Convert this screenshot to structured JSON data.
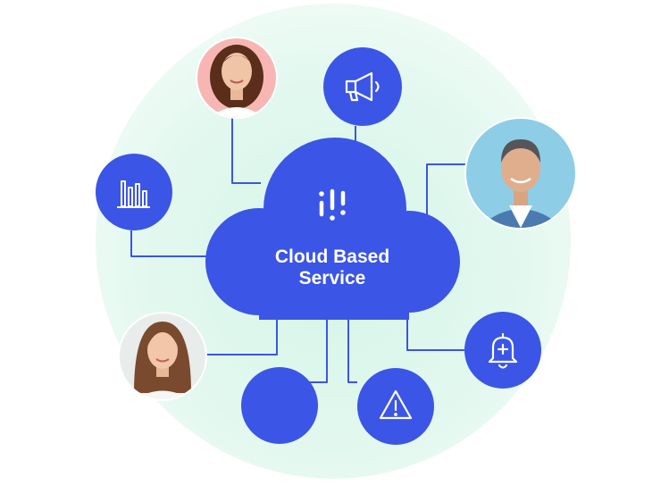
{
  "cloud": {
    "title_line1": "Cloud Based",
    "title_line2": "Service",
    "icon": "soundwave-logo-icon"
  },
  "colors": {
    "background_glow": "#e3f7ee",
    "node_blue": "#3b55e6",
    "connector_blue": "#3b55e6",
    "icon_white": "#ffffff"
  },
  "nodes": [
    {
      "id": "avatar-woman-curly",
      "kind": "person-photo",
      "icon": "woman-curly-hair-avatar"
    },
    {
      "id": "megaphone",
      "kind": "icon-circle",
      "icon": "megaphone-icon"
    },
    {
      "id": "avatar-man",
      "kind": "person-photo",
      "icon": "man-avatar"
    },
    {
      "id": "bar-chart",
      "kind": "icon-circle",
      "icon": "bar-chart-icon"
    },
    {
      "id": "avatar-woman-straight",
      "kind": "person-photo",
      "icon": "woman-straight-hair-avatar"
    },
    {
      "id": "blank",
      "kind": "icon-circle",
      "icon": "empty-circle"
    },
    {
      "id": "warning",
      "kind": "icon-circle",
      "icon": "warning-triangle-icon"
    },
    {
      "id": "bell",
      "kind": "icon-circle",
      "icon": "notification-bell-icon"
    }
  ]
}
